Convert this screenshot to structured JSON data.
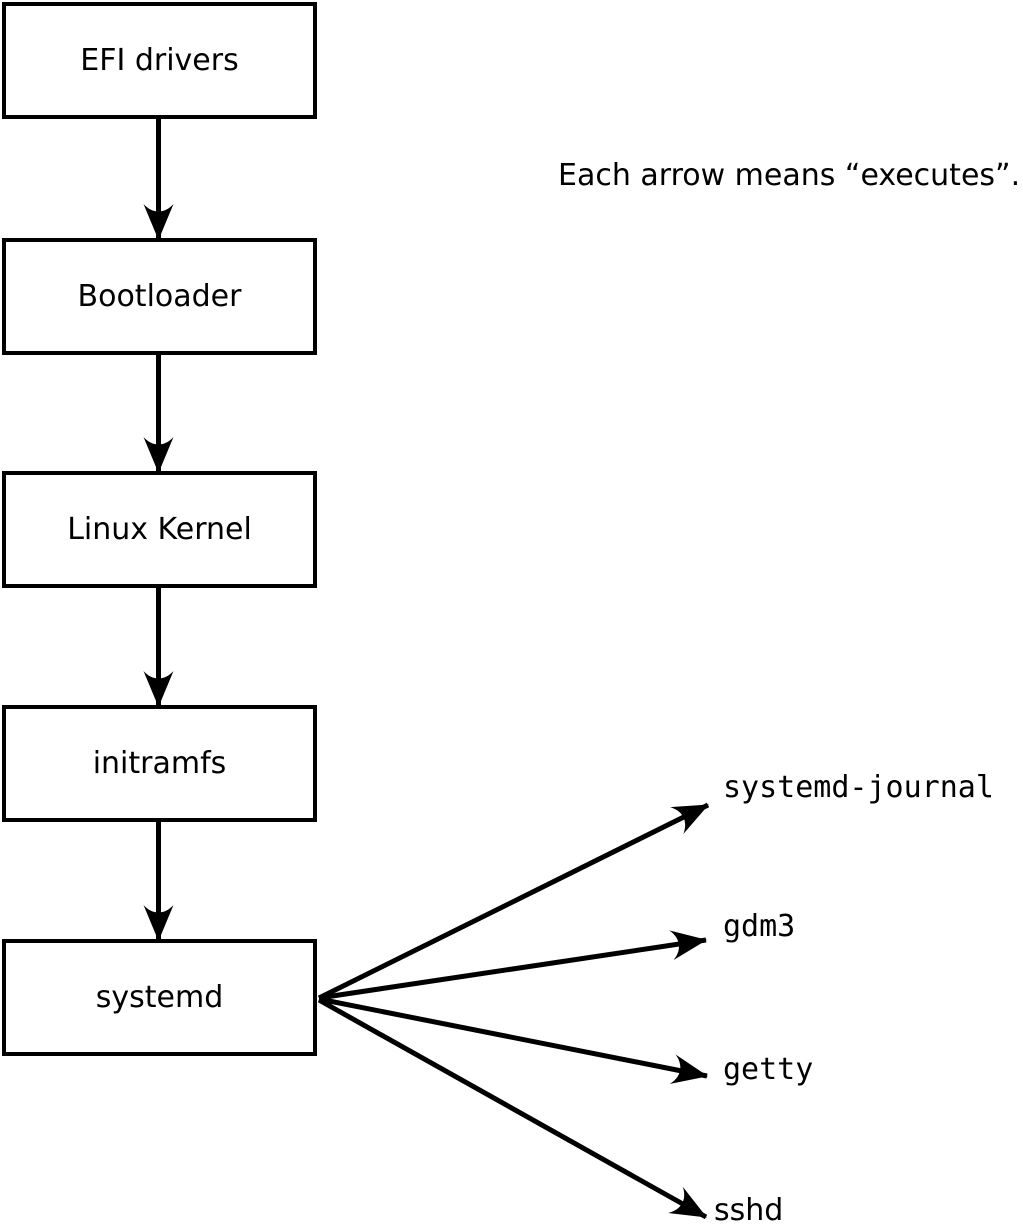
{
  "diagram": {
    "colors": {
      "background": "#ffffff",
      "line": "#000000",
      "text": "#000000"
    },
    "note": "Each arrow means “executes”.",
    "chain": [
      {
        "label": "EFI drivers"
      },
      {
        "label": "Bootloader"
      },
      {
        "label": "Linux Kernel"
      },
      {
        "label": "initramfs"
      },
      {
        "label": "systemd"
      }
    ],
    "spawned_processes": [
      {
        "label": "systemd-journal"
      },
      {
        "label": "gdm3"
      },
      {
        "label": "getty"
      },
      {
        "label": "sshd"
      }
    ],
    "edges": [
      {
        "from": "EFI drivers",
        "to": "Bootloader"
      },
      {
        "from": "Bootloader",
        "to": "Linux Kernel"
      },
      {
        "from": "Linux Kernel",
        "to": "initramfs"
      },
      {
        "from": "initramfs",
        "to": "systemd"
      },
      {
        "from": "systemd",
        "to": "systemd-journal"
      },
      {
        "from": "systemd",
        "to": "gdm3"
      },
      {
        "from": "systemd",
        "to": "getty"
      },
      {
        "from": "systemd",
        "to": "sshd"
      }
    ]
  }
}
